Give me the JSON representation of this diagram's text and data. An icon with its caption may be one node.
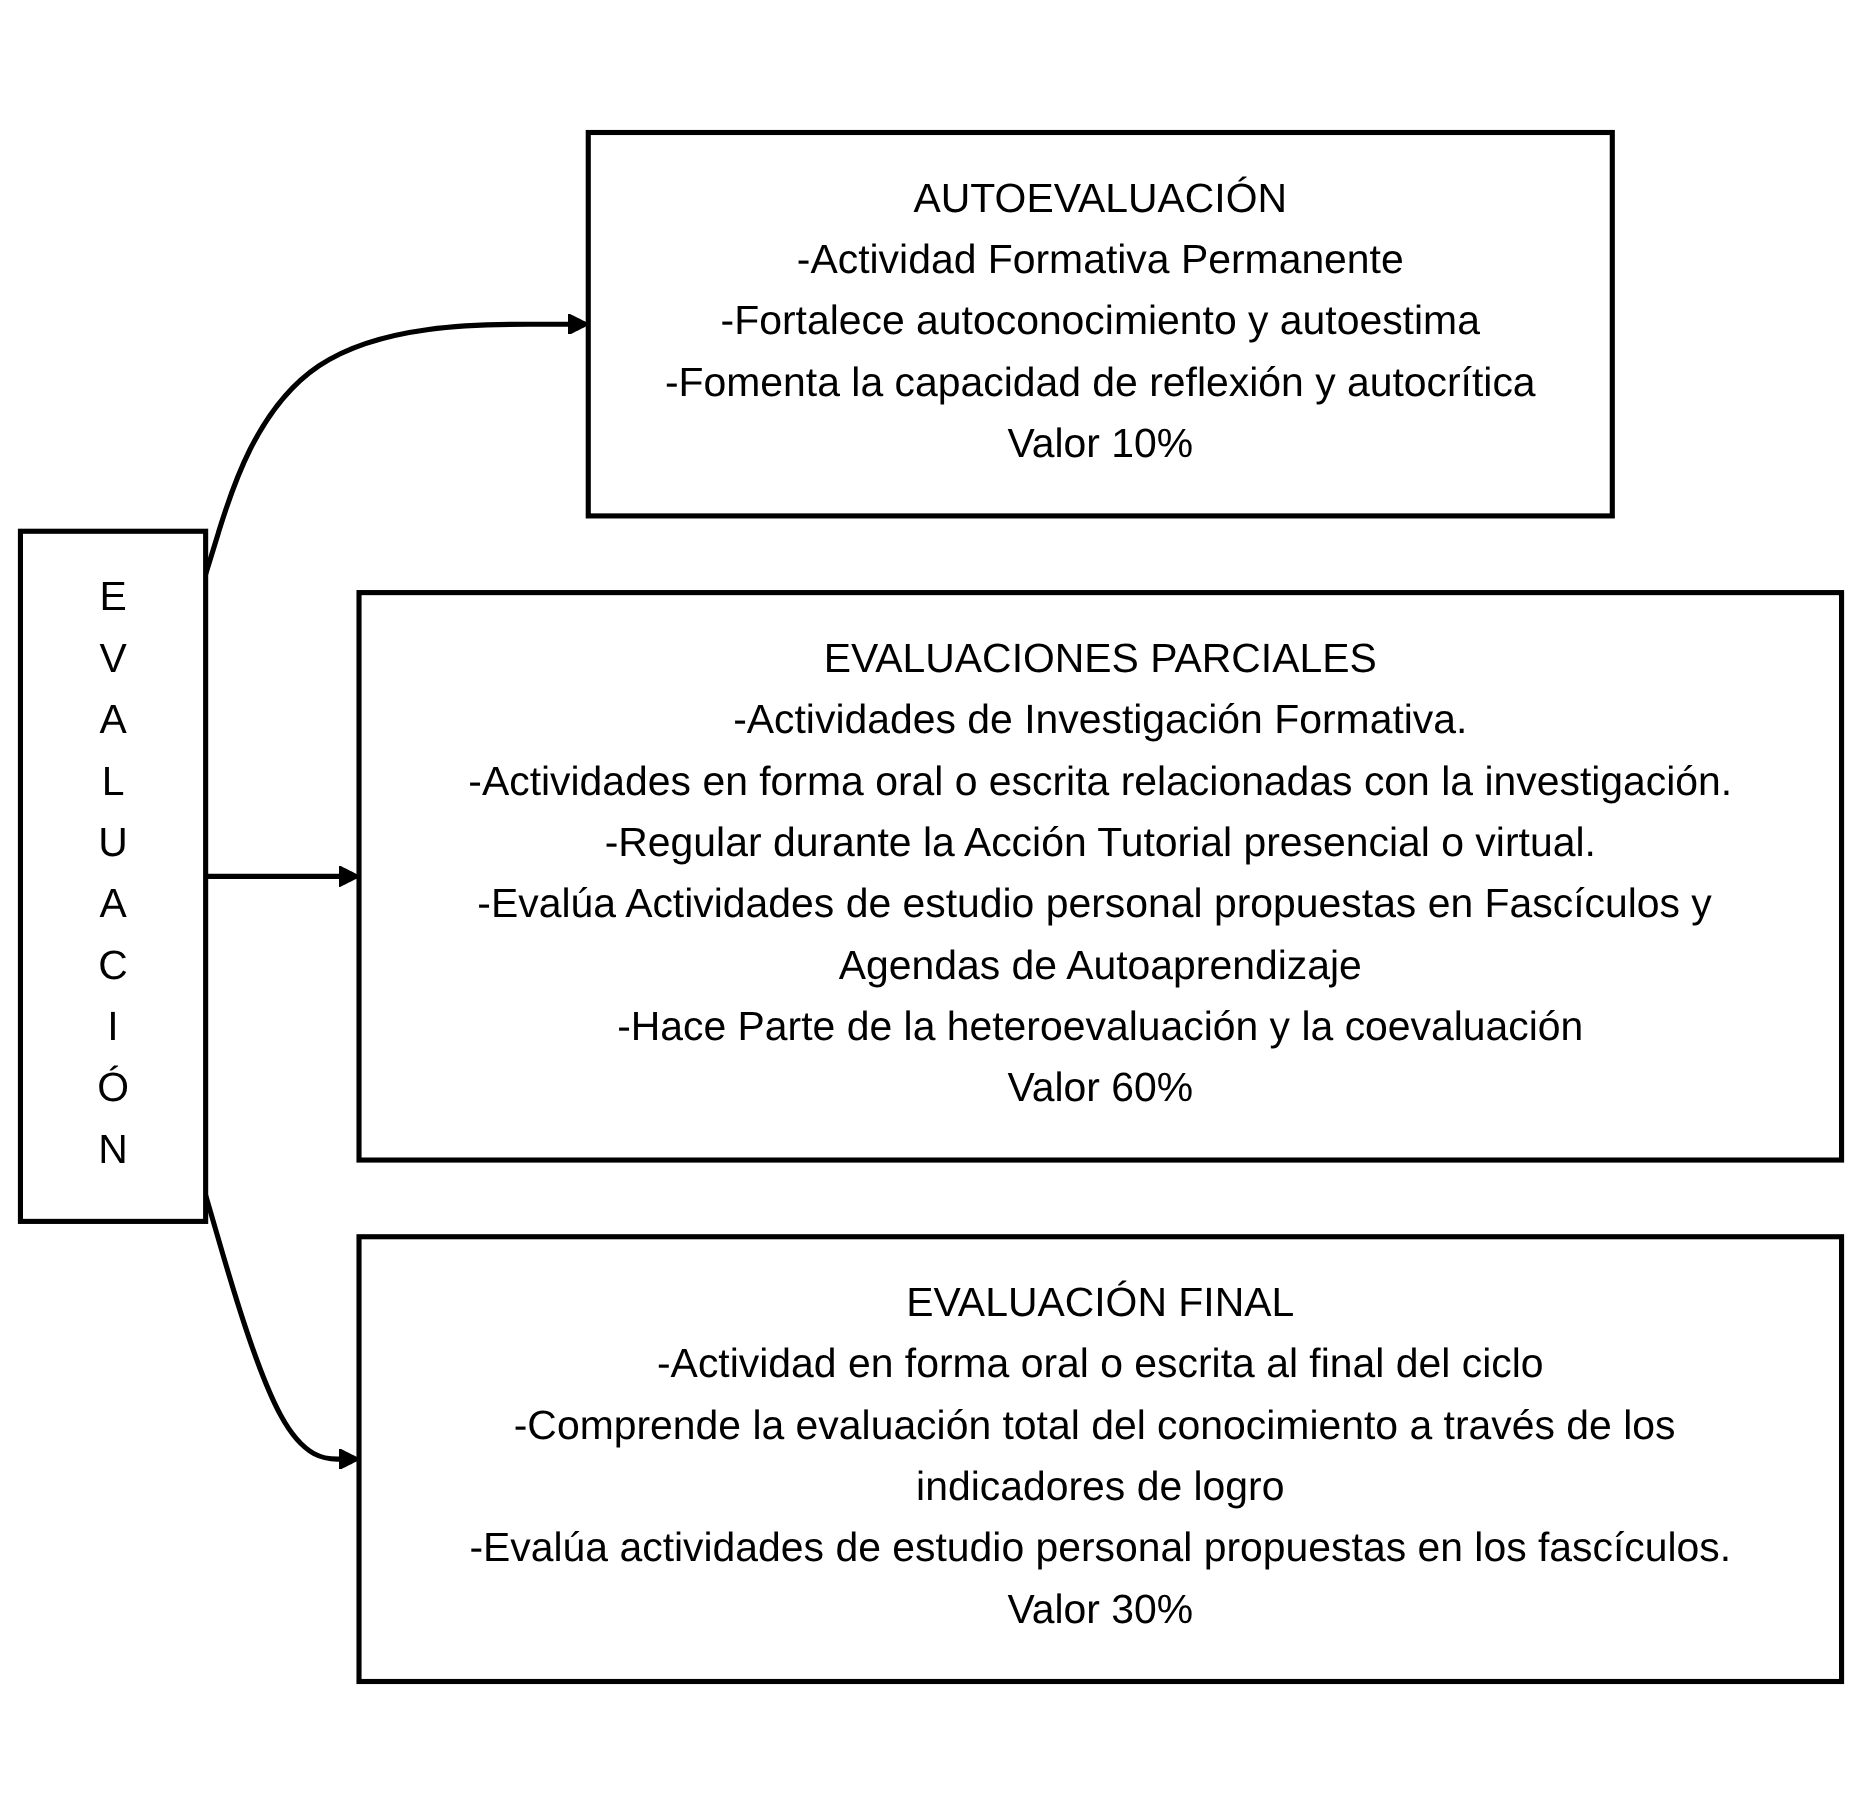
{
  "diagram": {
    "nodes": [
      {
        "text": [
          "EVALUACIÓN"
        ]
      },
      {
        "text": [
          "AUTOEVALUACIÓN",
          "-Actividad Formativa Permanente",
          "-Fortalece autoconocimiento y autoestima",
          "-Fomenta la capacidad de reflexión y autocrítica",
          "Valor 10%"
        ]
      },
      {
        "text": [
          "EVALUACIONES PARCIALES",
          "-Actividades de Investigación Formativa.",
          "-Actividades en forma oral o escrita relacionadas con la investigación.",
          "-Regular durante la Acción Tutorial presencial o virtual.",
          "-Evalúa Actividades de estudio personal propuestas en Fascículos y Agendas de Autoaprendizaje",
          "-Hace Parte de la heteroevaluación y la coevaluación",
          "Valor 60%"
        ]
      },
      {
        "text": [
          "EVALUACIÓN FINAL",
          "-Actividad en forma oral o escrita al final del ciclo",
          "-Comprende la evaluación total del conocimiento a través de los indicadores de logro",
          "-Evalúa actividades de estudio personal propuestas en los fascículos.",
          "Valor 30%"
        ]
      }
    ],
    "edges": [
      {
        "from": 0,
        "to": 1,
        "arrow": "to"
      },
      {
        "from": 0,
        "to": 2,
        "arrow": "to"
      },
      {
        "from": 0,
        "to": 3,
        "arrow": "to"
      }
    ]
  }
}
